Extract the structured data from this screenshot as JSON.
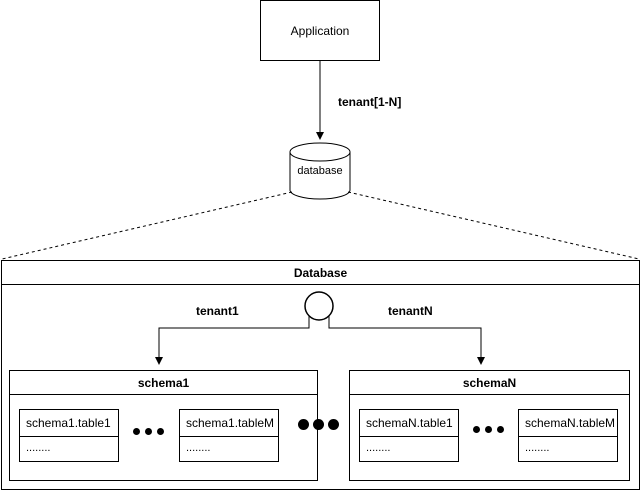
{
  "application": {
    "label": "Application"
  },
  "connection": {
    "label": "tenant[1-N]"
  },
  "database_icon": {
    "label": "database"
  },
  "database_container": {
    "title": "Database",
    "branches": [
      "tenant1",
      "tenantN"
    ]
  },
  "schemas": [
    {
      "title": "schema1",
      "tables": [
        "schema1.table1",
        "schema1.tableM"
      ],
      "row_placeholder": "........"
    },
    {
      "title": "schemaN",
      "tables": [
        "schemaN.table1",
        "schemaN.tableM"
      ],
      "row_placeholder": "........"
    }
  ]
}
